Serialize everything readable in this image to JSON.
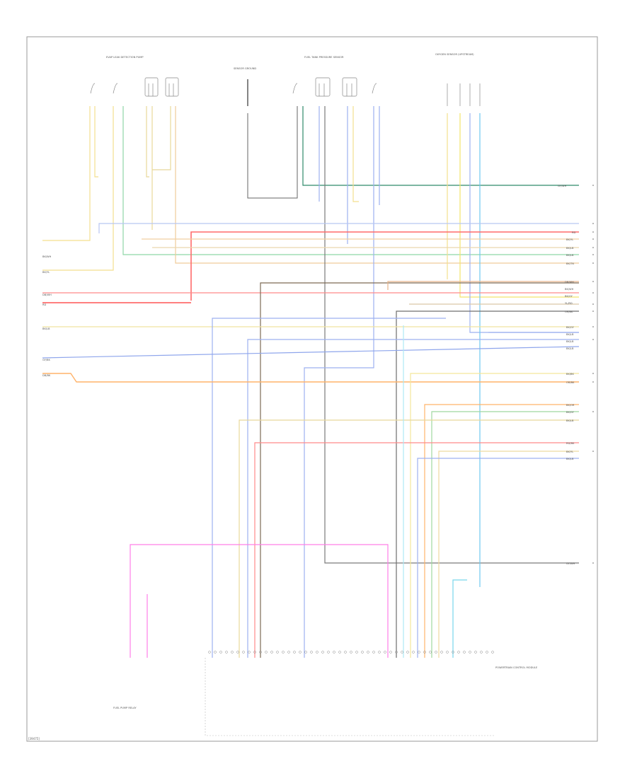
{
  "diagram": {
    "footer_code": "[39475]",
    "top_labels": [
      "EVAP LEAK DETECTION PUMP",
      "SENSOR GROUND",
      "FUEL TANK PRESSURE SENSOR",
      "OXYGEN SENSOR (UPSTREAM)"
    ],
    "right_labels": [
      "GY/WH",
      "RD",
      "BK/YL",
      "BK/LB",
      "BK/LB",
      "BK/TN",
      "DB/WH",
      "BK/WH",
      "BK/GY",
      "YL/RD",
      "OR/BK",
      "BK/GY",
      "BK/LB",
      "BK/LB",
      "BK/LB",
      "BK/BK",
      "OR/BK",
      "BK/OR",
      "BK/GY",
      "BK/LB",
      "RD/BK",
      "BK/YL",
      "BK/LB",
      "GY/WH"
    ],
    "left_labels": [
      "BK/WH",
      "BK/YL",
      "DB/WH",
      "RD",
      "BK/LB",
      "GY/BK",
      "DB/BK"
    ],
    "bottom_module": "POWERTRAIN CONTROL MODULE",
    "bottom_left": "FUEL PUMP RELAY"
  }
}
